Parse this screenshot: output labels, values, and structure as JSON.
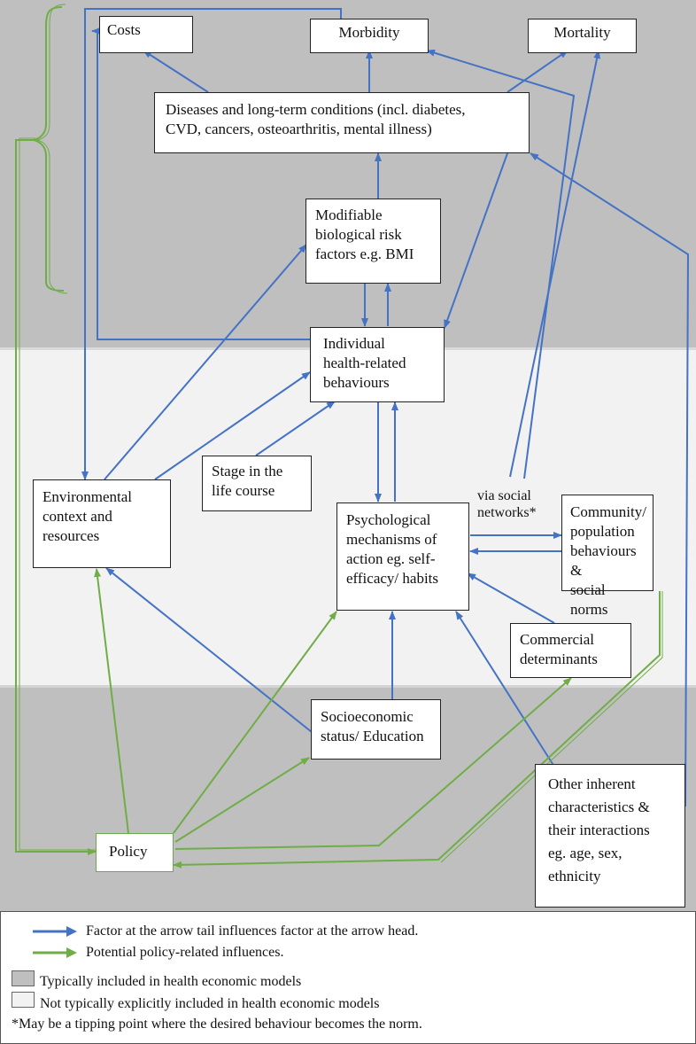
{
  "nodes": {
    "costs": "Costs",
    "morbidity": "Morbidity",
    "mortality": "Mortality",
    "diseases": [
      "Diseases and long-term conditions (incl. diabetes,",
      "CVD, cancers, osteoarthritis, mental illness)"
    ],
    "modifiable": [
      "Modifiable",
      "biological risk",
      "factors e.g. BMI"
    ],
    "individual": [
      "Individual",
      "health-related",
      "behaviours"
    ],
    "stage": [
      "Stage in the",
      "life course"
    ],
    "environmental": [
      "Environmental",
      "context and",
      "resources"
    ],
    "psychological": [
      "Psychological",
      "mechanisms of",
      "action eg. self-",
      "efficacy/ habits"
    ],
    "community": [
      "Community/",
      "population",
      "behaviours &",
      "social norms"
    ],
    "commercial": [
      "Commercial",
      "determinants"
    ],
    "socioeconomic": [
      "Socioeconomic",
      "status/ Education"
    ],
    "policy": "Policy",
    "other": [
      "Other inherent",
      "characteristics &",
      "their interactions",
      "eg. age, sex,",
      "ethnicity"
    ]
  },
  "annotation_via_social": [
    "via social",
    "networks*"
  ],
  "legend": {
    "blue_arrow": "Factor at the arrow tail influences factor at the arrow head.",
    "green_arrow": "Potential policy-related influences.",
    "grey_box": "Typically included in health economic models",
    "light_box": "Not typically explicitly included in health economic models",
    "footnote": "*May be a tipping point where the desired behaviour becomes the norm."
  },
  "colors": {
    "blue": "#4472c4",
    "green": "#70ad47",
    "included_band": "#bfbfbf",
    "not_included_band": "#f2f2f2"
  }
}
